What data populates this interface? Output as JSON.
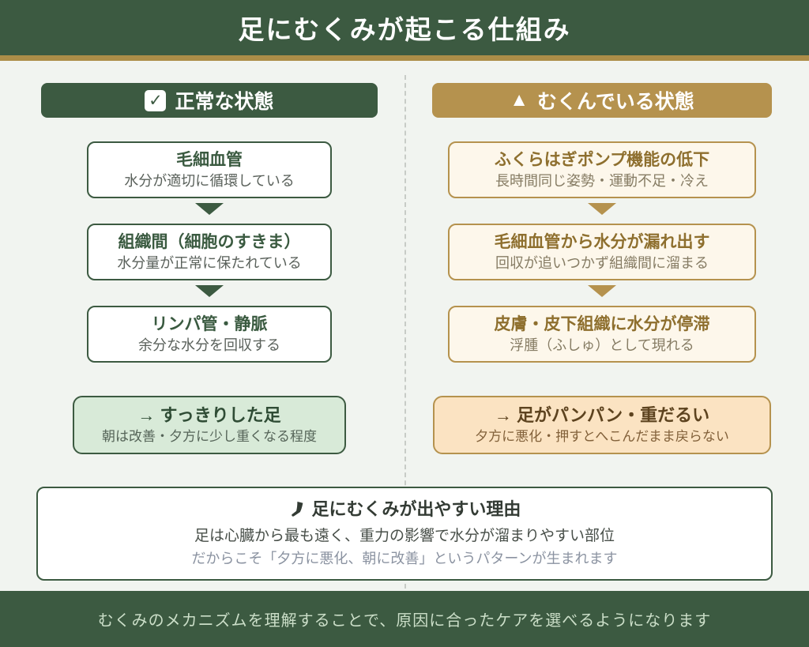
{
  "header": {
    "title": "足にむくみが起こる仕組み"
  },
  "icons": {
    "check": "✓",
    "warning_triangle": "▲"
  },
  "columns": {
    "normal": {
      "label": "正常な状態",
      "steps": [
        {
          "title": "毛細血管",
          "desc": "水分が適切に循環している"
        },
        {
          "title": "組織間（細胞のすきま）",
          "desc": "水分量が正常に保たれている"
        },
        {
          "title": "リンパ管・静脈",
          "desc": "余分な水分を回収する"
        }
      ],
      "result": {
        "title": "→ すっきりした足",
        "desc": "朝は改善・夕方に少し重くなる程度"
      }
    },
    "swollen": {
      "label": "むくんでいる状態",
      "steps": [
        {
          "title": "ふくらはぎポンプ機能の低下",
          "desc": "長時間同じ姿勢・運動不足・冷え"
        },
        {
          "title": "毛細血管から水分が漏れ出す",
          "desc": "回収が追いつかず組織間に溜まる"
        },
        {
          "title": "皮膚・皮下組織に水分が停滞",
          "desc": "浮腫（ふしゅ）として現れる"
        }
      ],
      "result": {
        "title": "→ 足がパンパン・重だるい",
        "desc": "夕方に悪化・押すとへこんだまま戻らない"
      }
    }
  },
  "reason": {
    "title": "足にむくみが出やすい理由",
    "line1": "足は心臓から最も遠く、重力の影響で水分が溜まりやすい部位",
    "line2": "だからこそ「夕方に悪化、朝に改善」というパターンが生まれます"
  },
  "footer": {
    "text": "むくみのメカニズムを理解することで、原因に合ったケアを選べるようになります"
  },
  "colors": {
    "dark_green": "#3c5a41",
    "gold": "#b5924e",
    "gold_accent_bar": "#ac8d48",
    "page_background": "#f1f4f0",
    "normal_result_bg": "#d8ead8",
    "swollen_step_bg": "#fdf7eb",
    "swollen_result_bg": "#fbe3c2",
    "reason_note_gray": "#8b93a1",
    "footer_text": "#cbdec8"
  }
}
